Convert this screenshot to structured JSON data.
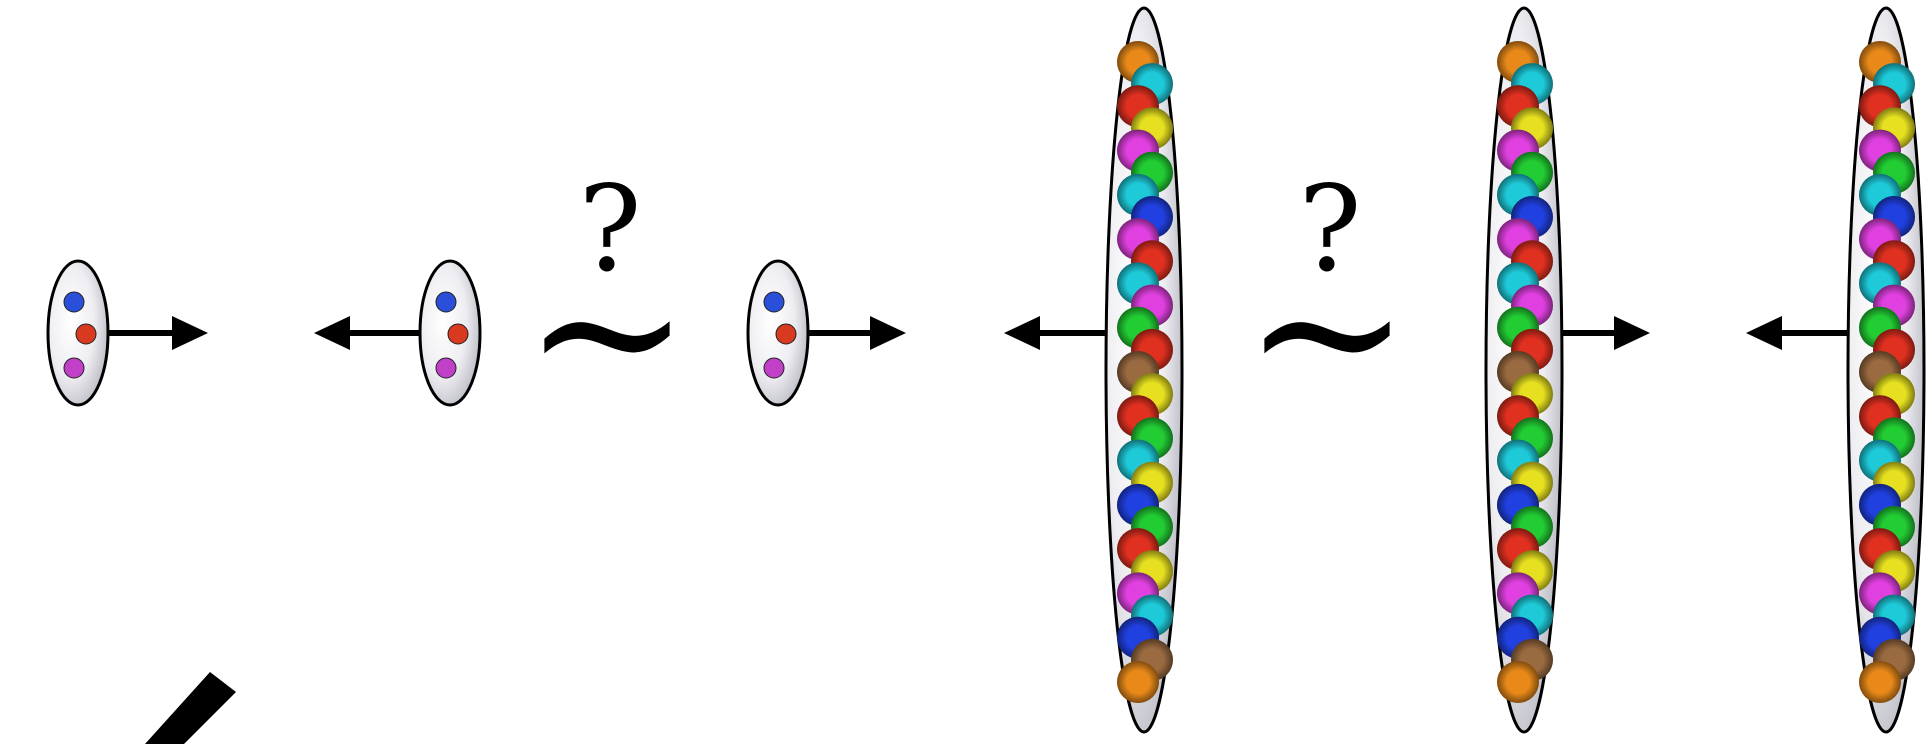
{
  "figure": {
    "symbols": {
      "question_mark": "?",
      "tilde": "~"
    },
    "colors": {
      "ink": "#000000",
      "shell_light": "#ffffff",
      "shell_dark": "#b8b8c2",
      "ball_palette": [
        "#e8891a",
        "#1ec9d8",
        "#e03020",
        "#e6e020",
        "#e040e0",
        "#22cc33",
        "#2040e0",
        "#9a6a40"
      ]
    },
    "nuclei": {
      "small": [
        {
          "name": "small-nucleus-1",
          "arrow": "right"
        },
        {
          "name": "small-nucleus-2",
          "arrow": "left"
        },
        {
          "name": "small-nucleus-3",
          "arrow": "right"
        }
      ],
      "large": [
        {
          "name": "large-nucleus-1",
          "arrow": "left"
        },
        {
          "name": "large-nucleus-2",
          "arrow": "right"
        },
        {
          "name": "large-nucleus-3",
          "arrow": "left"
        }
      ]
    },
    "small_nucleus_constituent_colors": [
      "#2a4fd8",
      "#d83a20",
      "#c040c8"
    ],
    "large_nucleus_sequence": [
      "orange",
      "cyan",
      "red",
      "yellow",
      "magenta",
      "green",
      "cyan",
      "blue",
      "magenta",
      "red",
      "cyan",
      "magenta",
      "green",
      "red",
      "brown",
      "yellow",
      "red",
      "green",
      "cyan",
      "yellow",
      "blue",
      "green",
      "red",
      "yellow",
      "magenta",
      "cyan",
      "blue",
      "brown",
      "orange"
    ]
  }
}
